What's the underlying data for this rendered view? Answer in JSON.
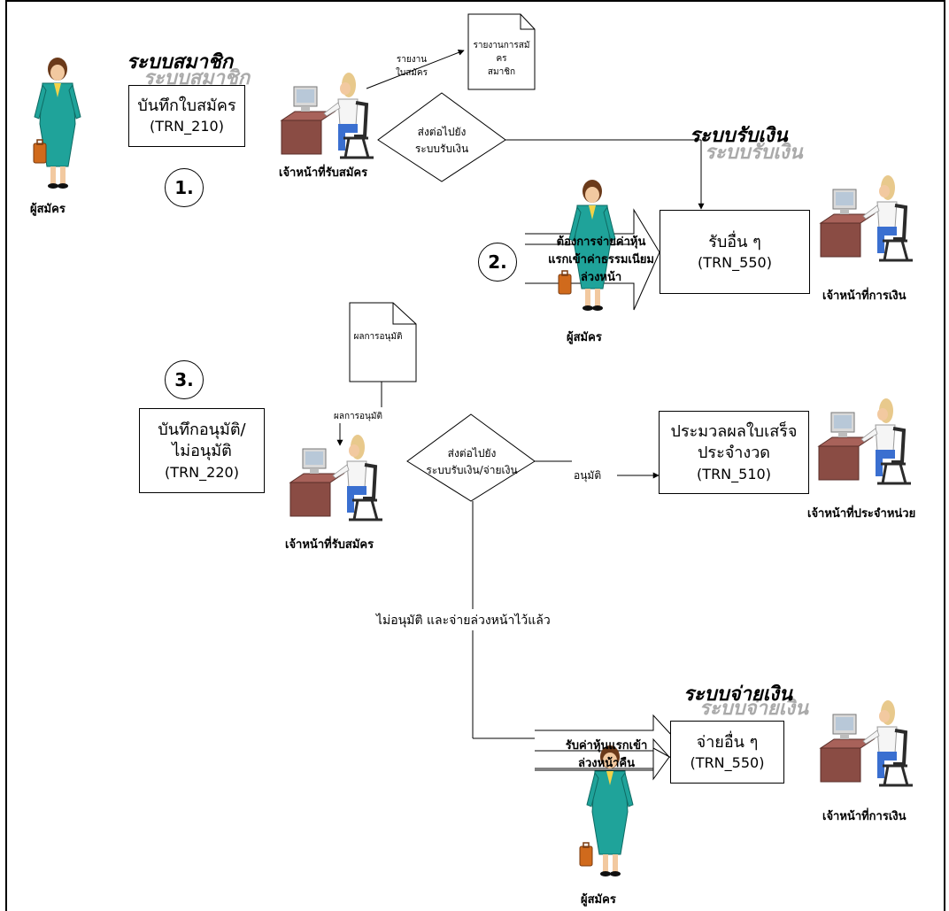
{
  "systems": {
    "membership": "ระบบสมาชิก",
    "membership_shadow": "ระบบสมาชิก",
    "receipt": "ระบบรับเงิน",
    "receipt_shadow": "ระบบรับเงิน",
    "payment": "ระบบจ่ายเงิน",
    "payment_shadow": "ระบบจ่ายเงิน"
  },
  "steps": {
    "s1": "1.",
    "s2": "2.",
    "s3": "3."
  },
  "boxes": {
    "record_application": {
      "line1": "บันทึกใบสมัคร",
      "code": "(TRN_210)"
    },
    "other_receipts": {
      "line1": "รับอื่น ๆ",
      "code": "(TRN_550)"
    },
    "record_approval": {
      "line1": "บันทึกอนุมัติ/",
      "line2": "ไม่อนุมัติ",
      "code": "(TRN_220)"
    },
    "process_receipt": {
      "line1": "ประมวลผลใบเสร็จ",
      "line2": "ประจำงวด",
      "code": "(TRN_510)"
    },
    "other_payments": {
      "line1": "จ่ายอื่น ๆ",
      "code": "(TRN_550)"
    }
  },
  "documents": {
    "application_report": {
      "line1": "รายงานการสมั",
      "line2": "คร",
      "line3": "สมาชิก"
    },
    "approval_result": {
      "text": "ผลการอนุมัติ"
    }
  },
  "decisions": {
    "forward_receipt": {
      "line1": "ส่งต่อไปยัง",
      "line2": "ระบบรับเงิน"
    },
    "forward_receipt_payment": {
      "line1": "ส่งต่อไปยัง",
      "line2": "ระบบรับเงิน/จ่ายเงิน"
    }
  },
  "connectors": {
    "report_line1": "รายงาน",
    "report_line2": "ใบสมัคร",
    "approval_result": "ผลการอนุมัติ",
    "approved": "อนุมัติ",
    "not_approved": "ไม่อนุมัติ และจ่ายล่วงหน้าไว้แล้ว"
  },
  "arrows": {
    "pay_share": {
      "line1": "ต้องการจ่ายค่าหุ้น",
      "line2": "แรกเข้าค่าธรรมเนียม",
      "line3": "ล่วงหน้า"
    },
    "refund": {
      "line1": "รับค่าหุ้นแรกเข้า",
      "line2": "ล่วงหน้าคืน"
    }
  },
  "actors": {
    "applicant_1": "ผู้สมัคร",
    "applicant_2": "ผู้สมัคร",
    "applicant_3": "ผู้สมัคร",
    "registrar_1": "เจ้าหน้าที่รับสมัคร",
    "registrar_2": "เจ้าหน้าที่รับสมัคร",
    "finance_1": "เจ้าหน้าที่การเงิน",
    "unit_officer": "เจ้าหน้าที่ประจำหน่วย",
    "finance_2": "เจ้าหน้าที่การเงิน"
  },
  "colors": {
    "suit": "#1fa39a",
    "skin": "#f2c9a0",
    "hair": "#6b3a1a",
    "briefcase": "#d06a1c",
    "desk": "#8a4c44",
    "monitor": "#d9d9d9",
    "chair": "#2b2b2b",
    "officer_hair": "#e8c98c",
    "officer_shirt": "#f5f5f5",
    "officer_pants": "#3a6fd0"
  }
}
